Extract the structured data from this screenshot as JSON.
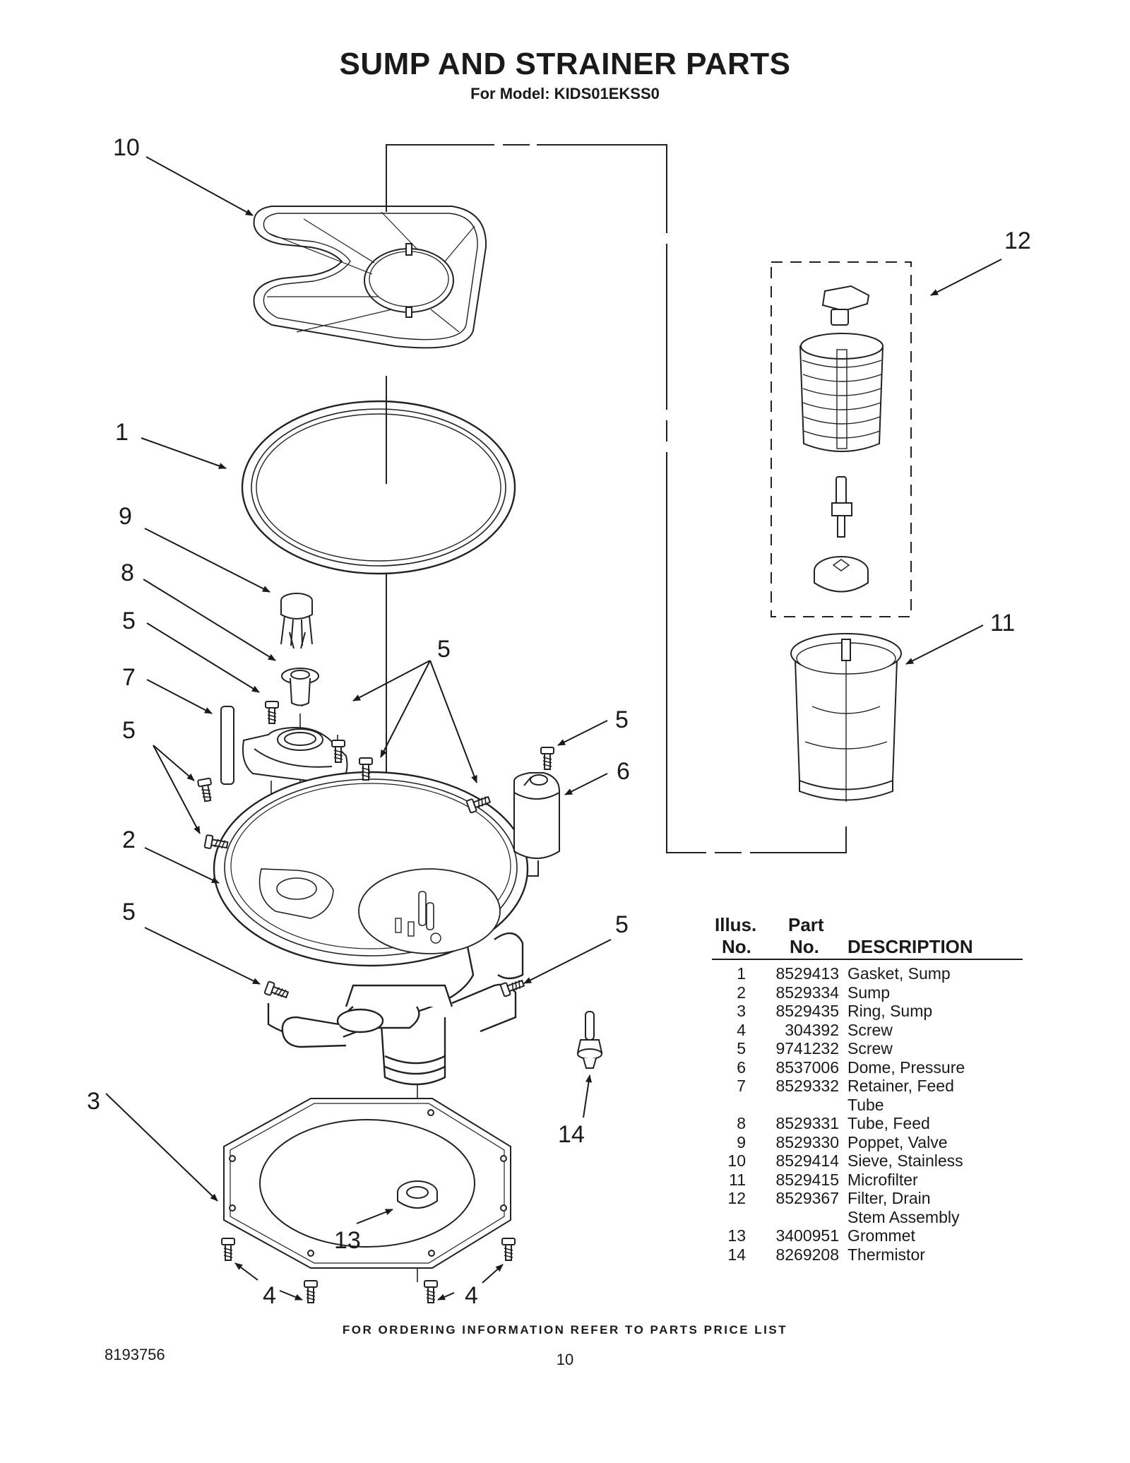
{
  "header": {
    "title": "SUMP AND STRAINER PARTS",
    "subtitle": "For Model: KIDS01EKSS0"
  },
  "callouts": {
    "c10": "10",
    "c12": "12",
    "c1": "1",
    "c9": "9",
    "c8": "8",
    "c5a": "5",
    "c5b": "5",
    "c7": "7",
    "c5c": "5",
    "c5d": "5",
    "c6": "6",
    "c2": "2",
    "c5e": "5",
    "c5f": "5",
    "c11": "11",
    "c3": "3",
    "c14": "14",
    "c13": "13",
    "c4a": "4",
    "c4b": "4"
  },
  "parts_table": {
    "header": {
      "illus_1": "Illus.",
      "illus_2": "No.",
      "part_1": "Part",
      "part_2": "No.",
      "description": "DESCRIPTION"
    },
    "rows": [
      {
        "no": "1",
        "part": "8529413",
        "desc": "Gasket, Sump"
      },
      {
        "no": "2",
        "part": "8529334",
        "desc": "Sump"
      },
      {
        "no": "3",
        "part": "8529435",
        "desc": "Ring, Sump"
      },
      {
        "no": "4",
        "part": "304392",
        "desc": "Screw"
      },
      {
        "no": "5",
        "part": "9741232",
        "desc": "Screw"
      },
      {
        "no": "6",
        "part": "8537006",
        "desc": "Dome, Pressure"
      },
      {
        "no": "7",
        "part": "8529332",
        "desc": "Retainer, Feed"
      },
      {
        "no": "",
        "part": "",
        "desc": "Tube"
      },
      {
        "no": "8",
        "part": "8529331",
        "desc": "Tube, Feed"
      },
      {
        "no": "9",
        "part": "8529330",
        "desc": "Poppet, Valve"
      },
      {
        "no": "10",
        "part": "8529414",
        "desc": "Sieve, Stainless"
      },
      {
        "no": "11",
        "part": "8529415",
        "desc": "Microfilter"
      },
      {
        "no": "12",
        "part": "8529367",
        "desc": "Filter, Drain"
      },
      {
        "no": "",
        "part": "",
        "desc": "Stem Assembly"
      },
      {
        "no": "13",
        "part": "3400951",
        "desc": "Grommet"
      },
      {
        "no": "14",
        "part": "8269208",
        "desc": "Thermistor"
      }
    ]
  },
  "footer": {
    "note": "FOR ORDERING INFORMATION REFER TO PARTS PRICE LIST",
    "doc_number": "8193756",
    "page_number": "10"
  }
}
